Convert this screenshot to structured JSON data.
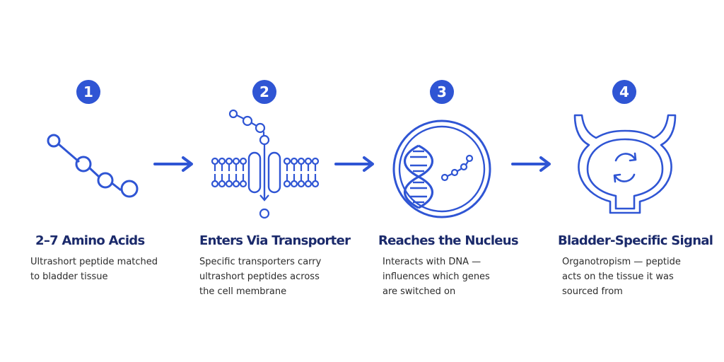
{
  "steps": [
    {
      "number": "1",
      "title": "2–7 Amino Acids",
      "description": [
        "Ultrashort peptide matched",
        "to bladder tissue"
      ]
    },
    {
      "number": "2",
      "title": "Enters Via Transporter",
      "description": [
        "Specific transporters carry",
        "ultrashort peptides across",
        "the cell membrane"
      ]
    },
    {
      "number": "3",
      "title": "Reaches the Nucleus",
      "description": [
        "Interacts with DNA —",
        "influences which genes",
        "are switched on"
      ]
    },
    {
      "number": "4",
      "title": "Bladder-Specific Signal",
      "description": [
        "Organotropism — peptide",
        "acts on the tissue it was",
        "sourced from"
      ]
    }
  ],
  "icons": {
    "step1": "peptide-chain-icon",
    "step2": "membrane-transporter-icon",
    "step3": "cell-nucleus-dna-icon",
    "step4": "bladder-icon",
    "connector": "right-arrow-icon"
  },
  "colors": {
    "accent": "#2f55d4",
    "title": "#1b2a6b",
    "text": "#2b2b2b",
    "background": "#ffffff"
  }
}
